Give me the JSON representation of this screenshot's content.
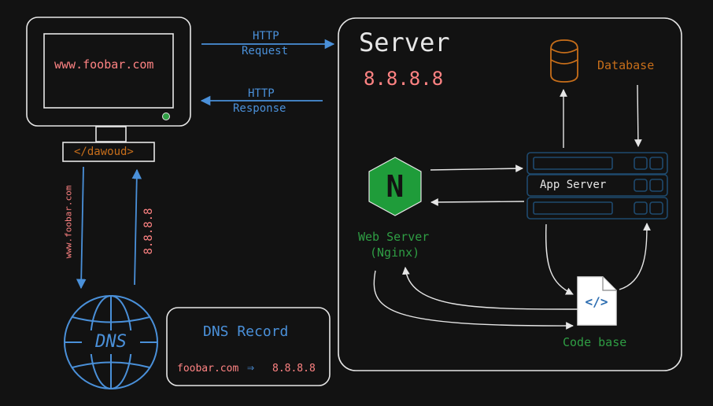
{
  "browser": {
    "url": "www.foobar.com",
    "owner_tag": "</dawoud>"
  },
  "request_label": {
    "line1": "HTTP",
    "line2": "Request"
  },
  "response_label": {
    "line1": "HTTP",
    "line2": "Response"
  },
  "dns_query_label": "www.foobar.com",
  "dns_answer_label": "8.8.8.8",
  "dns_globe_label": "DNS",
  "dns_record": {
    "title": "DNS Record",
    "domain": "foobar.com",
    "arrow": "⇒",
    "ip": "8.8.8.8"
  },
  "server": {
    "title": "Server",
    "ip": "8.8.8.8",
    "database_label": "Database",
    "app_server_label": "App Server",
    "web_server_label_1": "Web Server",
    "web_server_label_2": "(Nginx)",
    "nginx_letter": "N",
    "code_base_label": "Code base",
    "code_icon_glyph": "</>"
  },
  "colors": {
    "background": "#121212",
    "stroke": "#e6e6e6",
    "blue": "#4a90d9",
    "red": "#ff8383",
    "orange": "#c76e1a",
    "green": "#2f9e44",
    "nginx_fill": "#1f9c3a",
    "app_stroke": "#1e4a6e"
  }
}
